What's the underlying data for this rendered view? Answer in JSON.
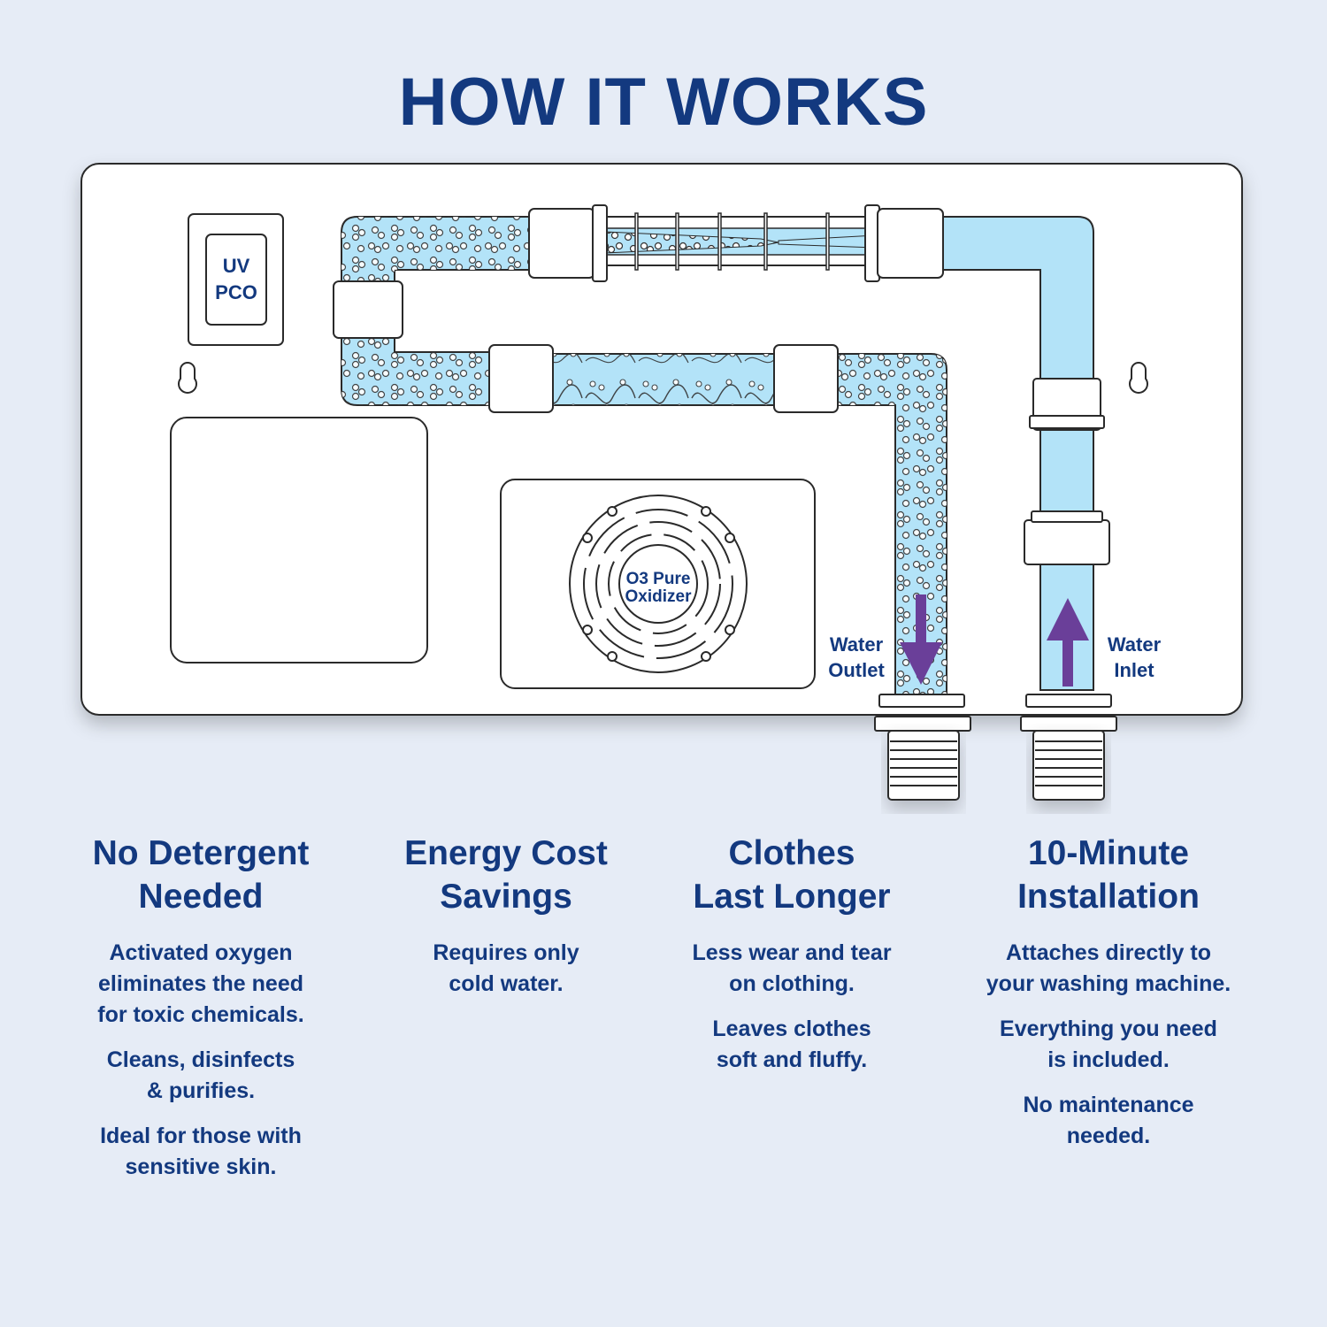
{
  "title": "HOW IT WORKS",
  "device": {
    "uv_label_line1": "UV",
    "uv_label_line2": "PCO",
    "oxidizer_line1": "O3 Pure",
    "oxidizer_line2": "Oxidizer",
    "outlet_line1": "Water",
    "outlet_line2": "Outlet",
    "inlet_line1": "Water",
    "inlet_line2": "Inlet"
  },
  "features": [
    {
      "heading_line1": "No Detergent",
      "heading_line2": "Needed",
      "paragraphs": [
        [
          "Activated oxygen",
          "eliminates the need",
          "for toxic chemicals."
        ],
        [
          "Cleans, disinfects",
          "& purifies."
        ],
        [
          "Ideal for those with",
          "sensitive skin."
        ]
      ]
    },
    {
      "heading_line1": "Energy Cost",
      "heading_line2": "Savings",
      "paragraphs": [
        [
          "Requires only",
          "cold water."
        ]
      ]
    },
    {
      "heading_line1": "Clothes",
      "heading_line2": "Last Longer",
      "paragraphs": [
        [
          "Less wear and tear",
          "on clothing."
        ],
        [
          "Leaves clothes",
          "soft and fluffy."
        ]
      ]
    },
    {
      "heading_line1": "10-Minute",
      "heading_line2": "Installation",
      "paragraphs": [
        [
          "Attaches directly to",
          "your washing machine."
        ],
        [
          "Everything you need",
          "is included."
        ],
        [
          "No maintenance",
          "needed."
        ]
      ]
    }
  ],
  "colors": {
    "background": "#e6ecf6",
    "text": "#13397f",
    "water": "#b3e3f8",
    "arrow": "#6a3f99"
  }
}
